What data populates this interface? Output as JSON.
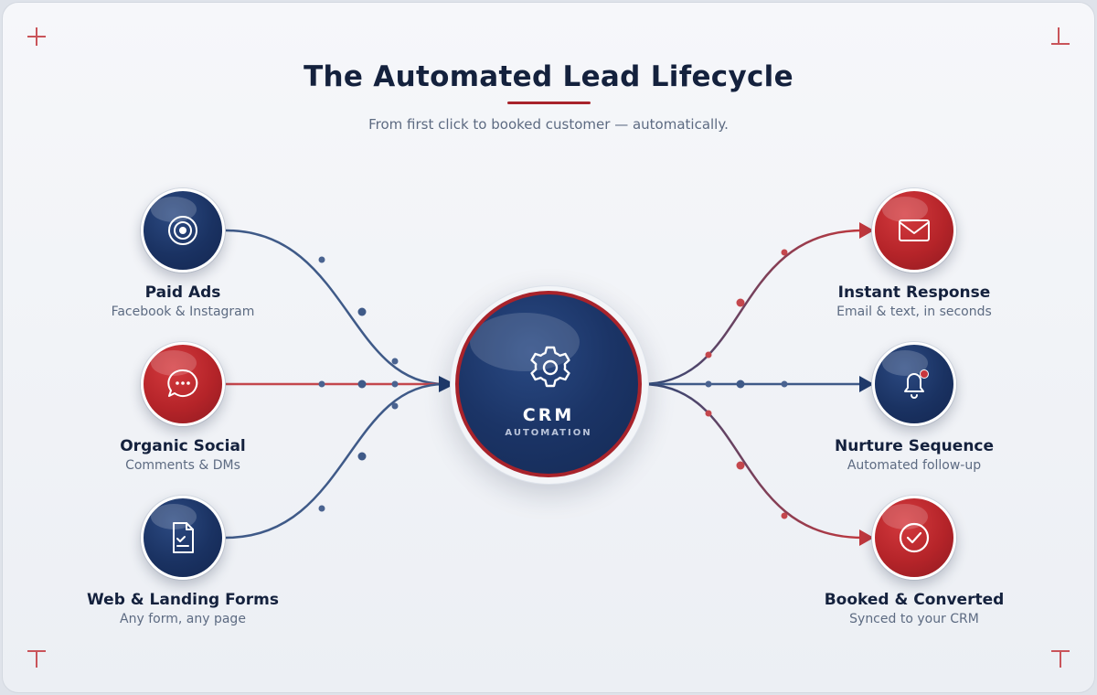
{
  "header": {
    "title": "The Automated Lead Lifecycle",
    "subtitle": "From first click to booked customer — automatically."
  },
  "hub": {
    "title": "CRM",
    "subtitle": "AUTOMATION",
    "icon": "gear-icon"
  },
  "sources": [
    {
      "label": "Paid Ads",
      "sublabel": "Facebook & Instagram",
      "icon": "target-icon",
      "color": "navy"
    },
    {
      "label": "Organic Social",
      "sublabel": "Comments & DMs",
      "icon": "chat-bubble-icon",
      "color": "red"
    },
    {
      "label": "Web & Landing Forms",
      "sublabel": "Any form, any page",
      "icon": "form-document-icon",
      "color": "navy"
    }
  ],
  "outcomes": [
    {
      "label": "Instant Response",
      "sublabel": "Email & text, in seconds",
      "icon": "envelope-icon",
      "color": "red"
    },
    {
      "label": "Nurture Sequence",
      "sublabel": "Automated follow-up",
      "icon": "bell-icon",
      "color": "navy"
    },
    {
      "label": "Booked & Converted",
      "sublabel": "Synced to your CRM",
      "icon": "check-circle-icon",
      "color": "red"
    }
  ],
  "colors": {
    "navy": "#1a3262",
    "red": "#b52429",
    "text": "#14213d",
    "muted": "#5d6b82"
  }
}
